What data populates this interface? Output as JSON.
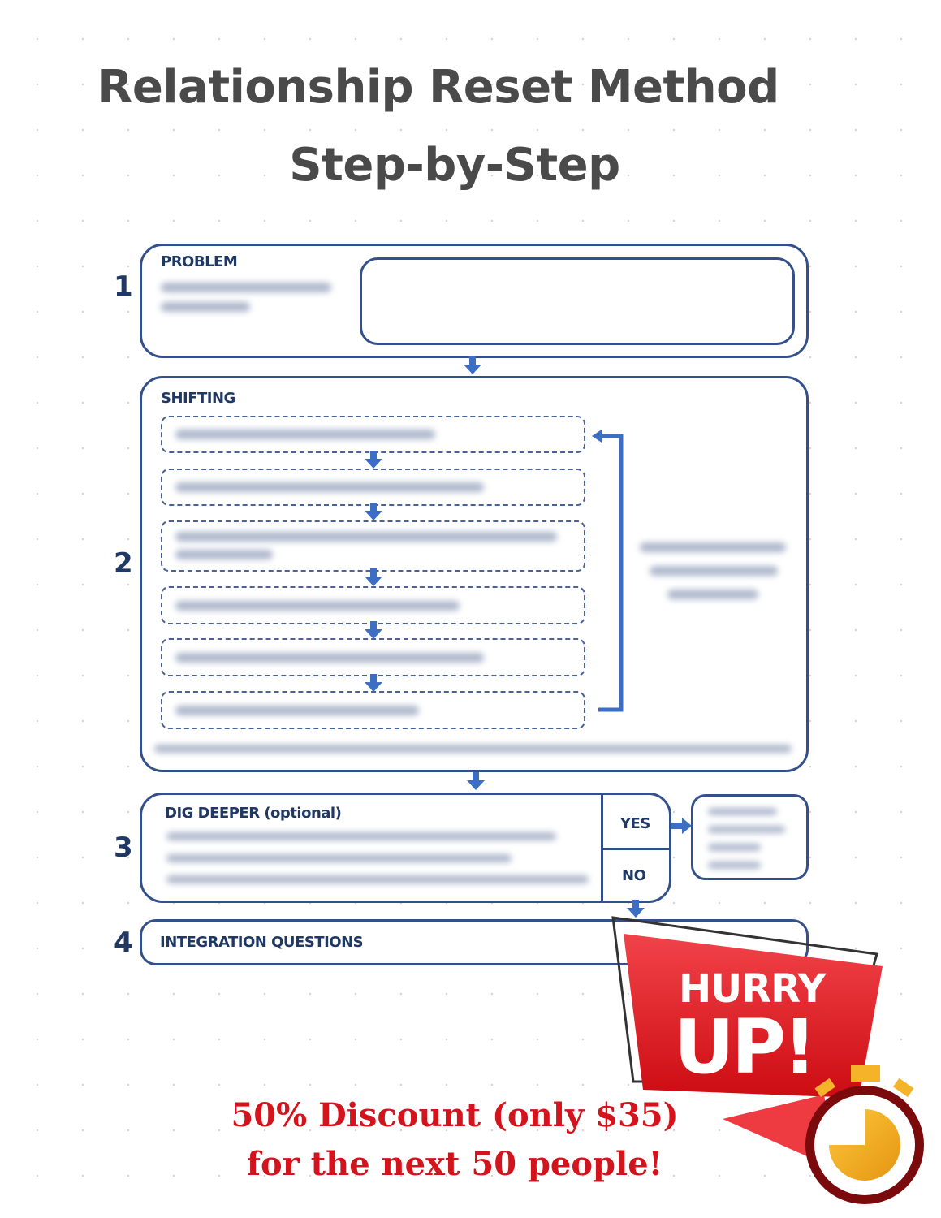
{
  "header": {
    "title_line1": "Relationship Reset Method",
    "title_line2": "Step-by-Step"
  },
  "diagram": {
    "steps": [
      {
        "number": "1",
        "label": "PROBLEM"
      },
      {
        "number": "2",
        "label": "SHIFTING"
      },
      {
        "number": "3",
        "label": "DIG DEEPER (optional)",
        "yes": "YES",
        "no": "NO"
      },
      {
        "number": "4",
        "label": "INTEGRATION QUESTIONS"
      }
    ],
    "stroke_color": "#34508a",
    "arrow_color": "#3c6fc4"
  },
  "badge": {
    "line1": "HURRY",
    "line2": "UP!",
    "color": "#e3222b"
  },
  "promo": {
    "line1": "50% Discount (only $35)",
    "line2": "for the next 50 people!",
    "color": "#d3141c"
  }
}
